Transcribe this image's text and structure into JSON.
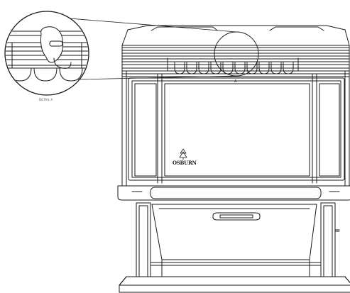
{
  "diagram": {
    "detail_label": "DETAIL A",
    "callout_label": "A",
    "brand_text": "OSBURN",
    "line_color": "#1a1a1a",
    "background": "#ffffff"
  }
}
